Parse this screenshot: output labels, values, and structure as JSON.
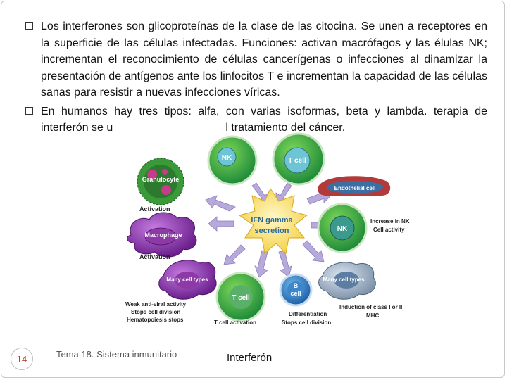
{
  "bullets": [
    {
      "text": "Los interferones son glicoproteínas de la clase de las citocina. Se unen a receptores en la superficie de las células infectadas. Funciones: activan macrófagos y las élulas NK; incrementan el reconocimiento de células cancerígenas o infecciones al dinamizar la presentación de antígenos ante los linfocitos T e incrementan la capacidad de las células sanas para resistir a nuevas infecciones víricas."
    },
    {
      "text": "En humanos hay tres tipos: alfa, con varias isoformas, beta y lambda. terapia de interferón se u                                    l tratamiento del cáncer."
    }
  ],
  "diagram": {
    "center": [
      "IFN gamma",
      "secretion"
    ],
    "nk_top": "NK",
    "t_cell_top": "T cell",
    "granulocyte": "Granulocyte",
    "activation_1": "Activation",
    "macrophage": "Macrophage",
    "activation_2": "Activation",
    "endothelial": "Endothelial cell",
    "nk_right": "NK",
    "nk_right_label": [
      "Increase in NK",
      "Cell activity"
    ],
    "many_left": "Many cell types",
    "many_left_label": [
      "Weak anti-viral activity",
      "Stops cell division",
      "Hematopoiesis stops"
    ],
    "t_cell_bottom": "T cell",
    "t_cell_bottom_label": "T cell activation",
    "b_cell": [
      "B",
      "cell"
    ],
    "b_cell_label": [
      "Differentiation",
      "Stops cell division"
    ],
    "many_right": "Many cell types",
    "many_right_label": [
      "Induction of class I or II",
      "MHC"
    ]
  },
  "footer": {
    "page_number": "14",
    "left_text": "Tema 18. Sistema inmunitario",
    "right_text": "Interferón"
  }
}
